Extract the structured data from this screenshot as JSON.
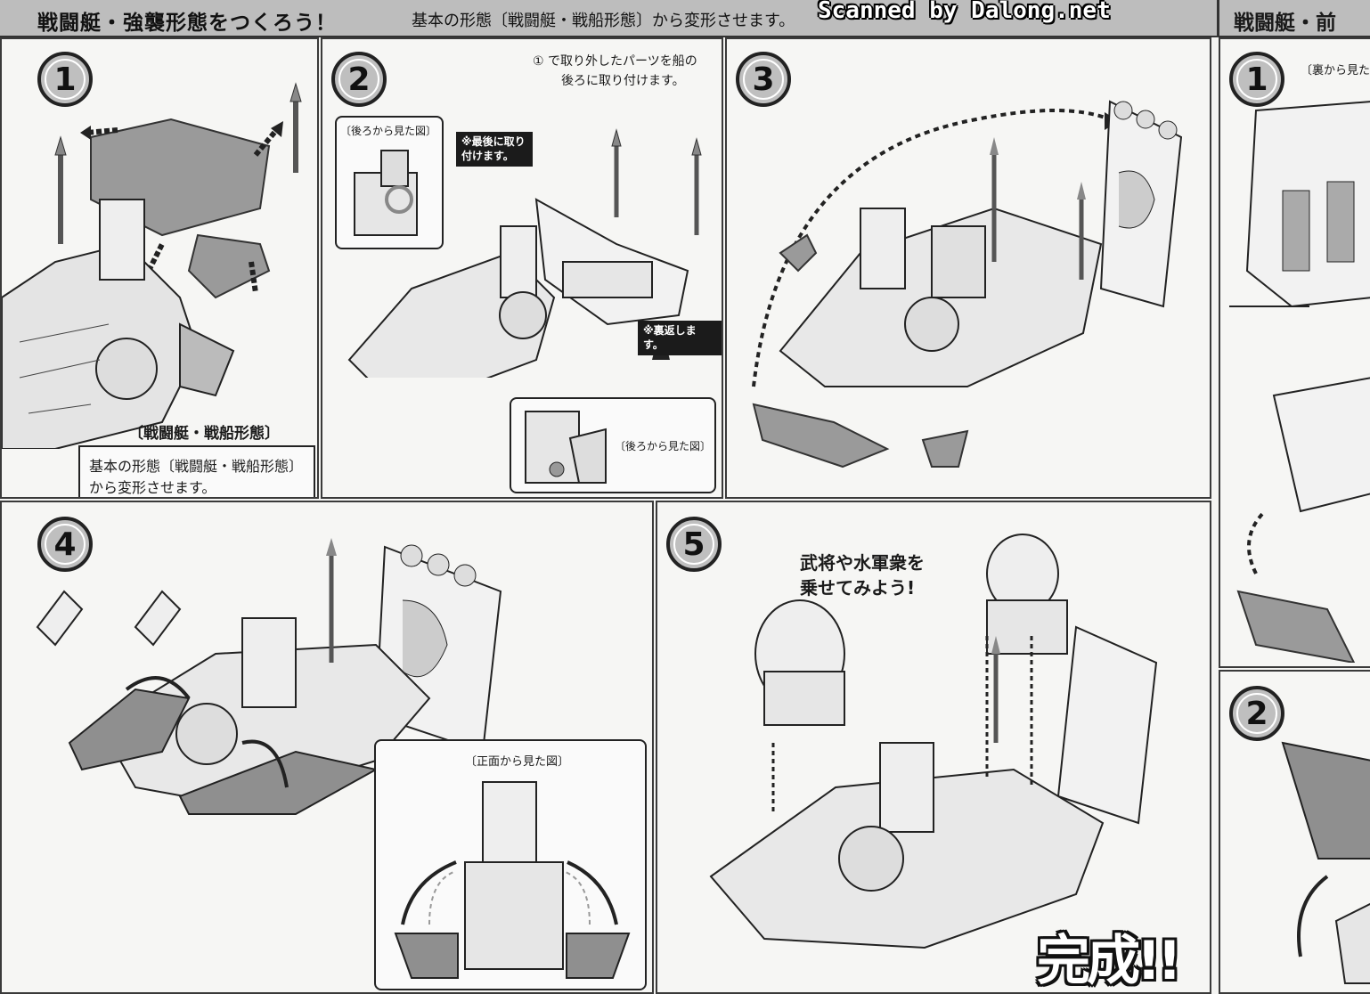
{
  "header": {
    "title": "戦闘艇・強襲形態をつくろう！",
    "subtitle": "基本の形態〔戦闘艇・戦船形態〕から変形させます。",
    "watermark": "Scanned by Dalong.net",
    "right_title": "戦闘艇・前"
  },
  "step1": {
    "number": "1",
    "label": "〔戦闘艇・戦船形態〕",
    "note_line1": "基本の形態〔戦闘艇・戦船形態〕",
    "note_line2": "から変形させます。"
  },
  "step2": {
    "number": "2",
    "instruction_line1": "① で取り外したパーツを船の",
    "instruction_line2": "後ろに取り付けます。",
    "rear_view_label": "〔後ろから見た図〕",
    "last_note": "※最後に取り付けます。",
    "flip_note": "※裏返します。",
    "rear_view_label_2": "〔後ろから見た図〕"
  },
  "step3": {
    "number": "3"
  },
  "step4": {
    "number": "4",
    "front_view_label": "〔正面から見た図〕"
  },
  "step5": {
    "number": "5",
    "ride_line1": "武将や水軍衆を",
    "ride_line2": "乗せてみよう!",
    "complete": "完成!!"
  },
  "right_panel": {
    "step1_number": "1",
    "step1_label": "〔裏から見た",
    "step2_number": "2"
  }
}
